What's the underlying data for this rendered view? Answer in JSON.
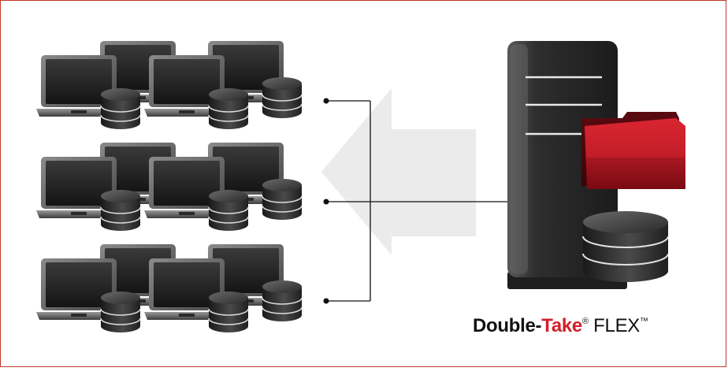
{
  "brand": {
    "word_double": "Double-",
    "word_take": "Take",
    "registered": "®",
    "word_flex": "FLEX",
    "trademark": "™"
  },
  "colors": {
    "frame_border": "#c0392b",
    "brand_red": "#d0202a",
    "arrow_gray": "#ebebeb",
    "device_dark": "#2b2b2b",
    "folder_red": "#b3121e"
  },
  "icons": {
    "client_group": "laptop-stack-with-databases",
    "server": "tower-server-icon",
    "folder": "red-folder-icon",
    "database": "database-icon",
    "arrow": "left-arrow-icon"
  }
}
